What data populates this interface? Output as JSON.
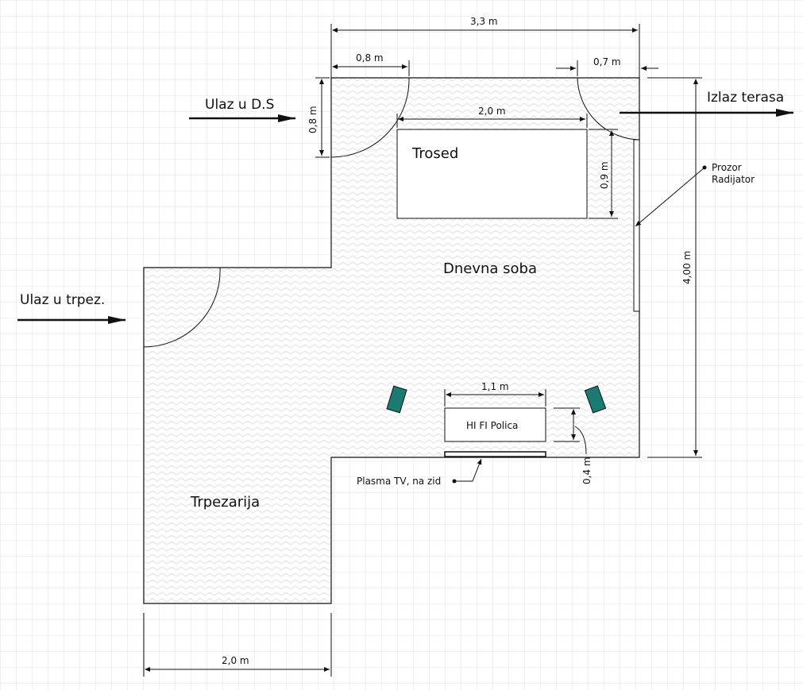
{
  "dimensions": {
    "top_width": "3,3 m",
    "door_left_width": "0,8 m",
    "door_right_width": "0,7 m",
    "door_left_depth": "0,8 m",
    "sofa_width": "2,0 m",
    "sofa_depth": "0,9 m",
    "room_height": "4,00 m",
    "shelf_width": "1,1 m",
    "shelf_depth": "0,4 m",
    "bottom_width": "2,0 m"
  },
  "labels": {
    "entrance_living": "Ulaz u D.S",
    "exit_terrace": "Izlaz terasa",
    "entrance_dining": "Ulaz u trpez.",
    "window_line1": "Prozor",
    "window_line2": "Radijator",
    "plasma_tv": "Plasma TV, na zid"
  },
  "rooms": {
    "living": "Dnevna soba",
    "dining": "Trpezarija"
  },
  "furniture": {
    "sofa": "Trosed",
    "shelf": "HI FI Polica"
  },
  "colors": {
    "speaker": "#1b7a72",
    "grid": "#dfe3ea",
    "floor_pattern": "#e4e6ea"
  }
}
